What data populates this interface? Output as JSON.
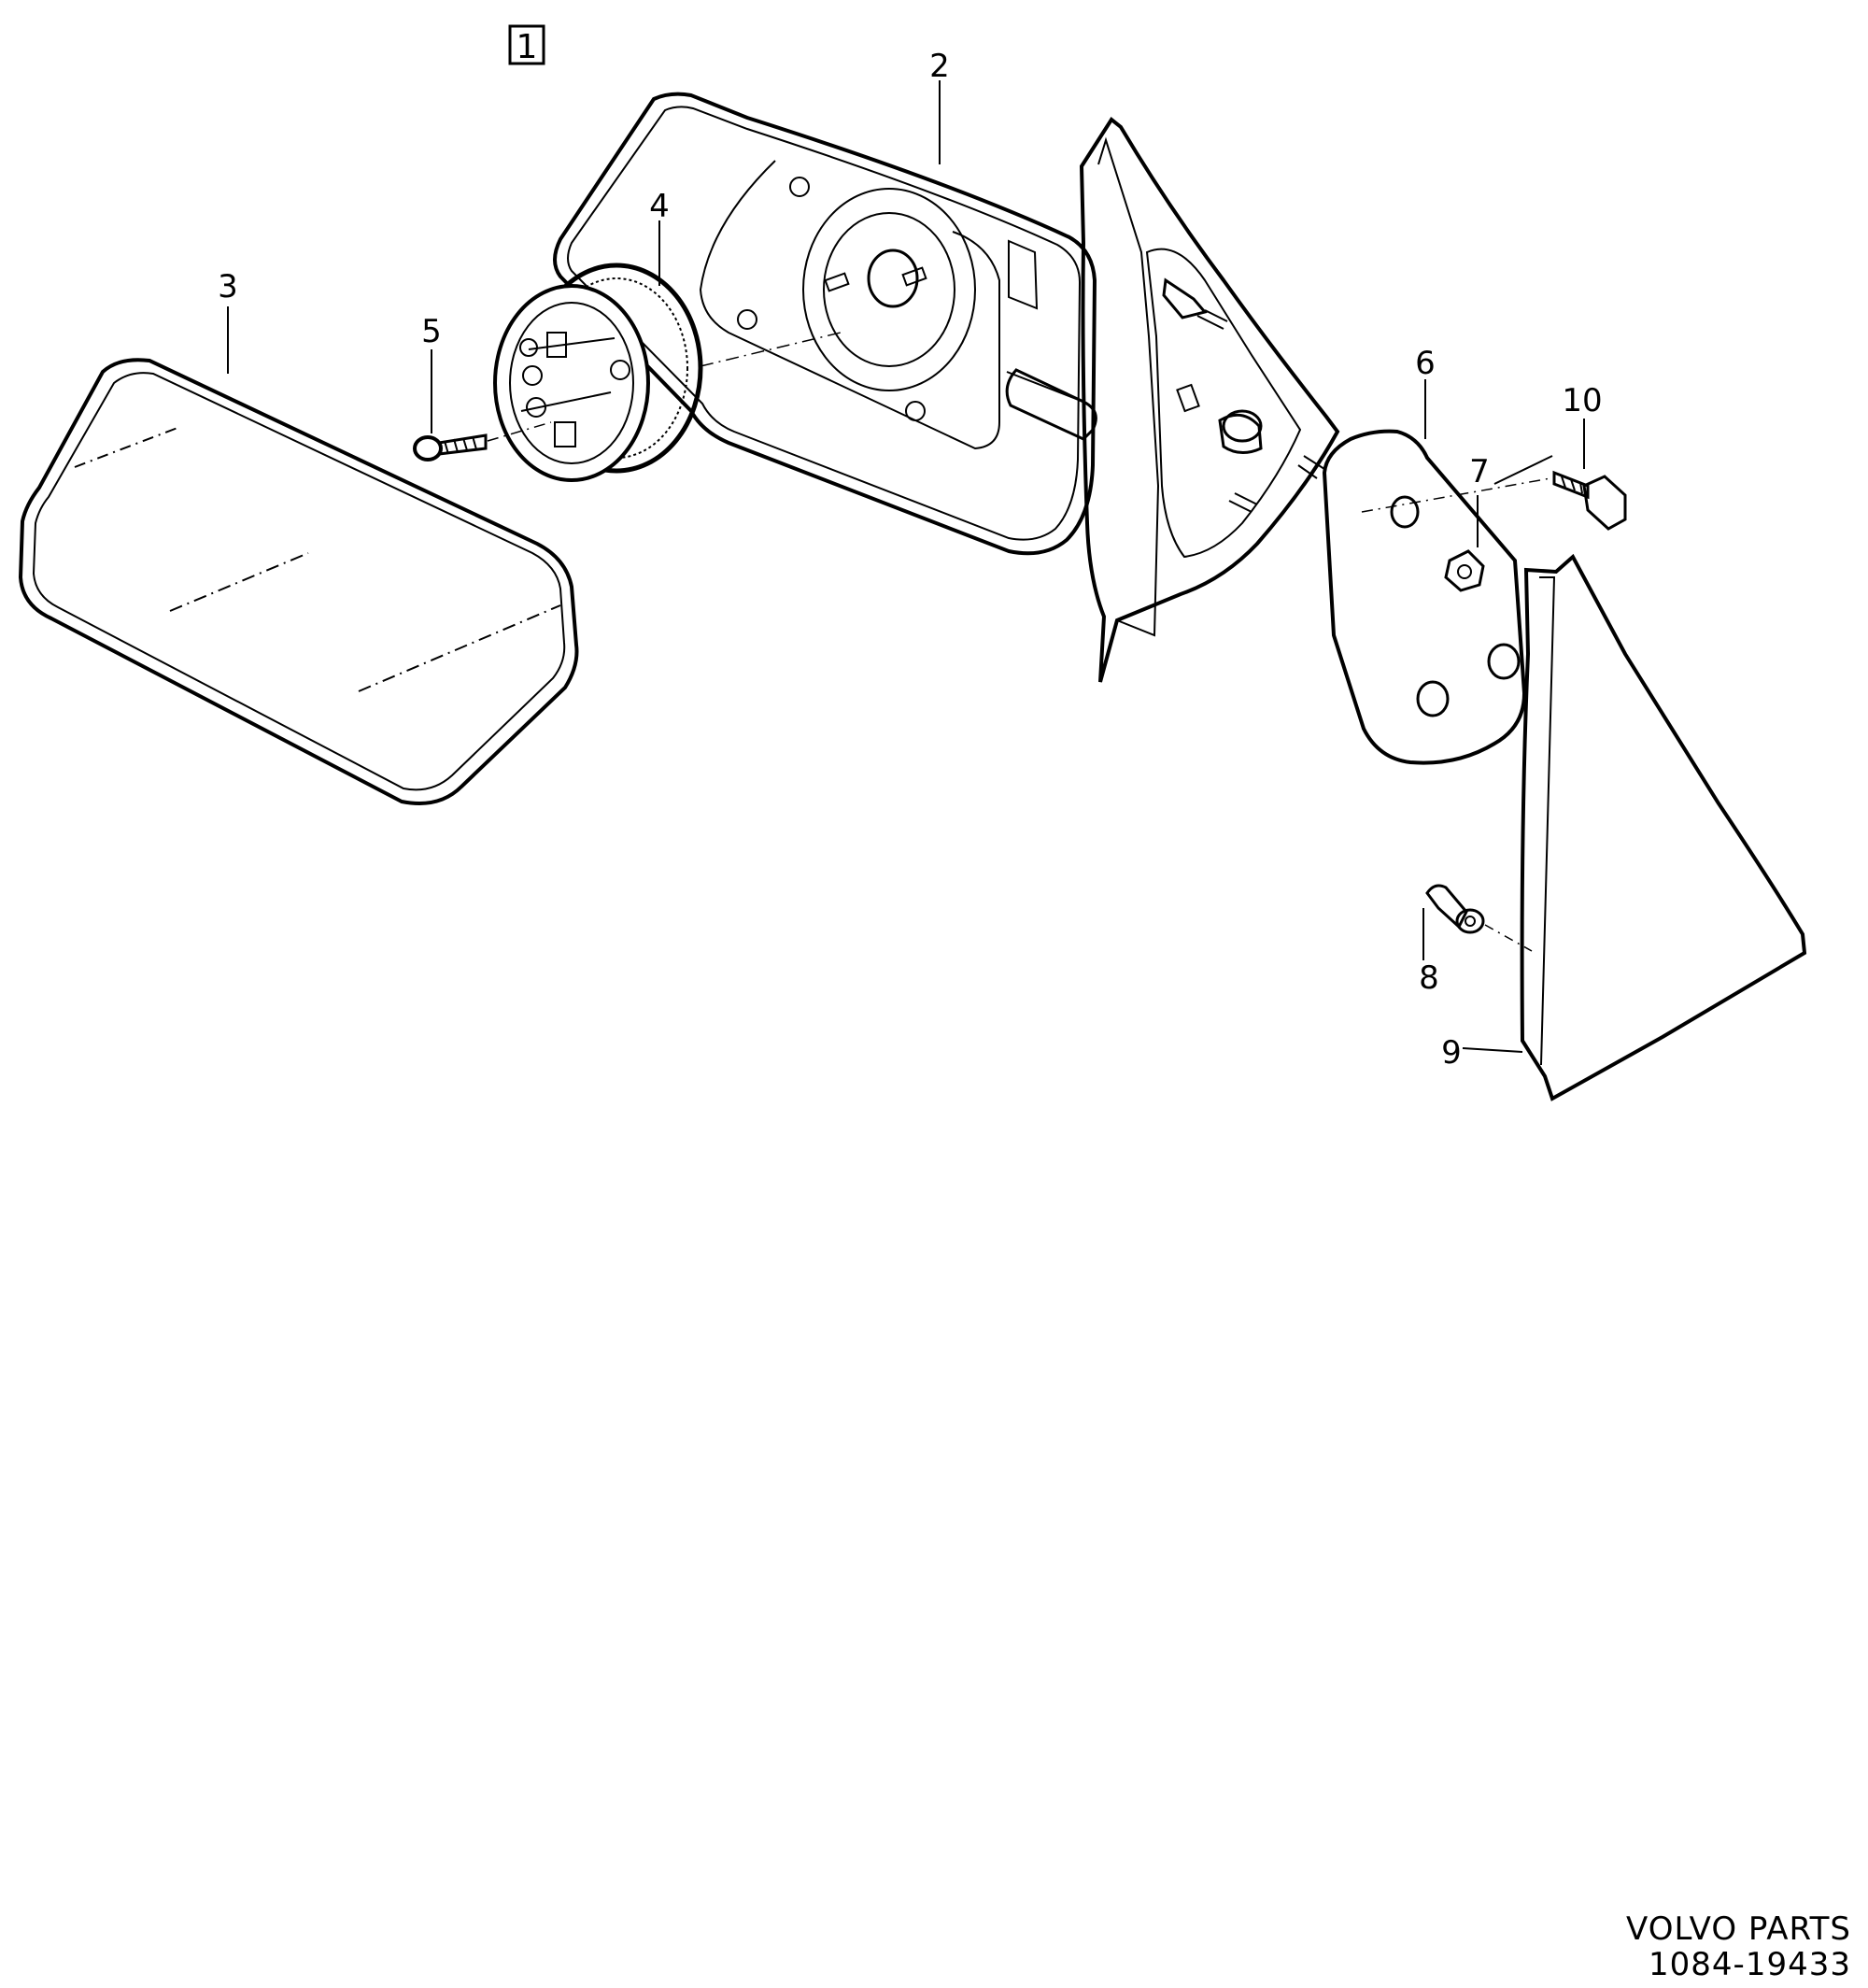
{
  "diagram": {
    "assembly_box": "1",
    "callouts": [
      {
        "id": "2",
        "text": "2"
      },
      {
        "id": "3",
        "text": "3"
      },
      {
        "id": "4",
        "text": "4"
      },
      {
        "id": "5",
        "text": "5"
      },
      {
        "id": "6",
        "text": "6"
      },
      {
        "id": "7",
        "text": "7"
      },
      {
        "id": "8",
        "text": "8"
      },
      {
        "id": "9",
        "text": "9"
      },
      {
        "id": "10",
        "text": "10"
      }
    ]
  },
  "footer": {
    "brand": "VOLVO PARTS",
    "code": "1084-19433"
  }
}
